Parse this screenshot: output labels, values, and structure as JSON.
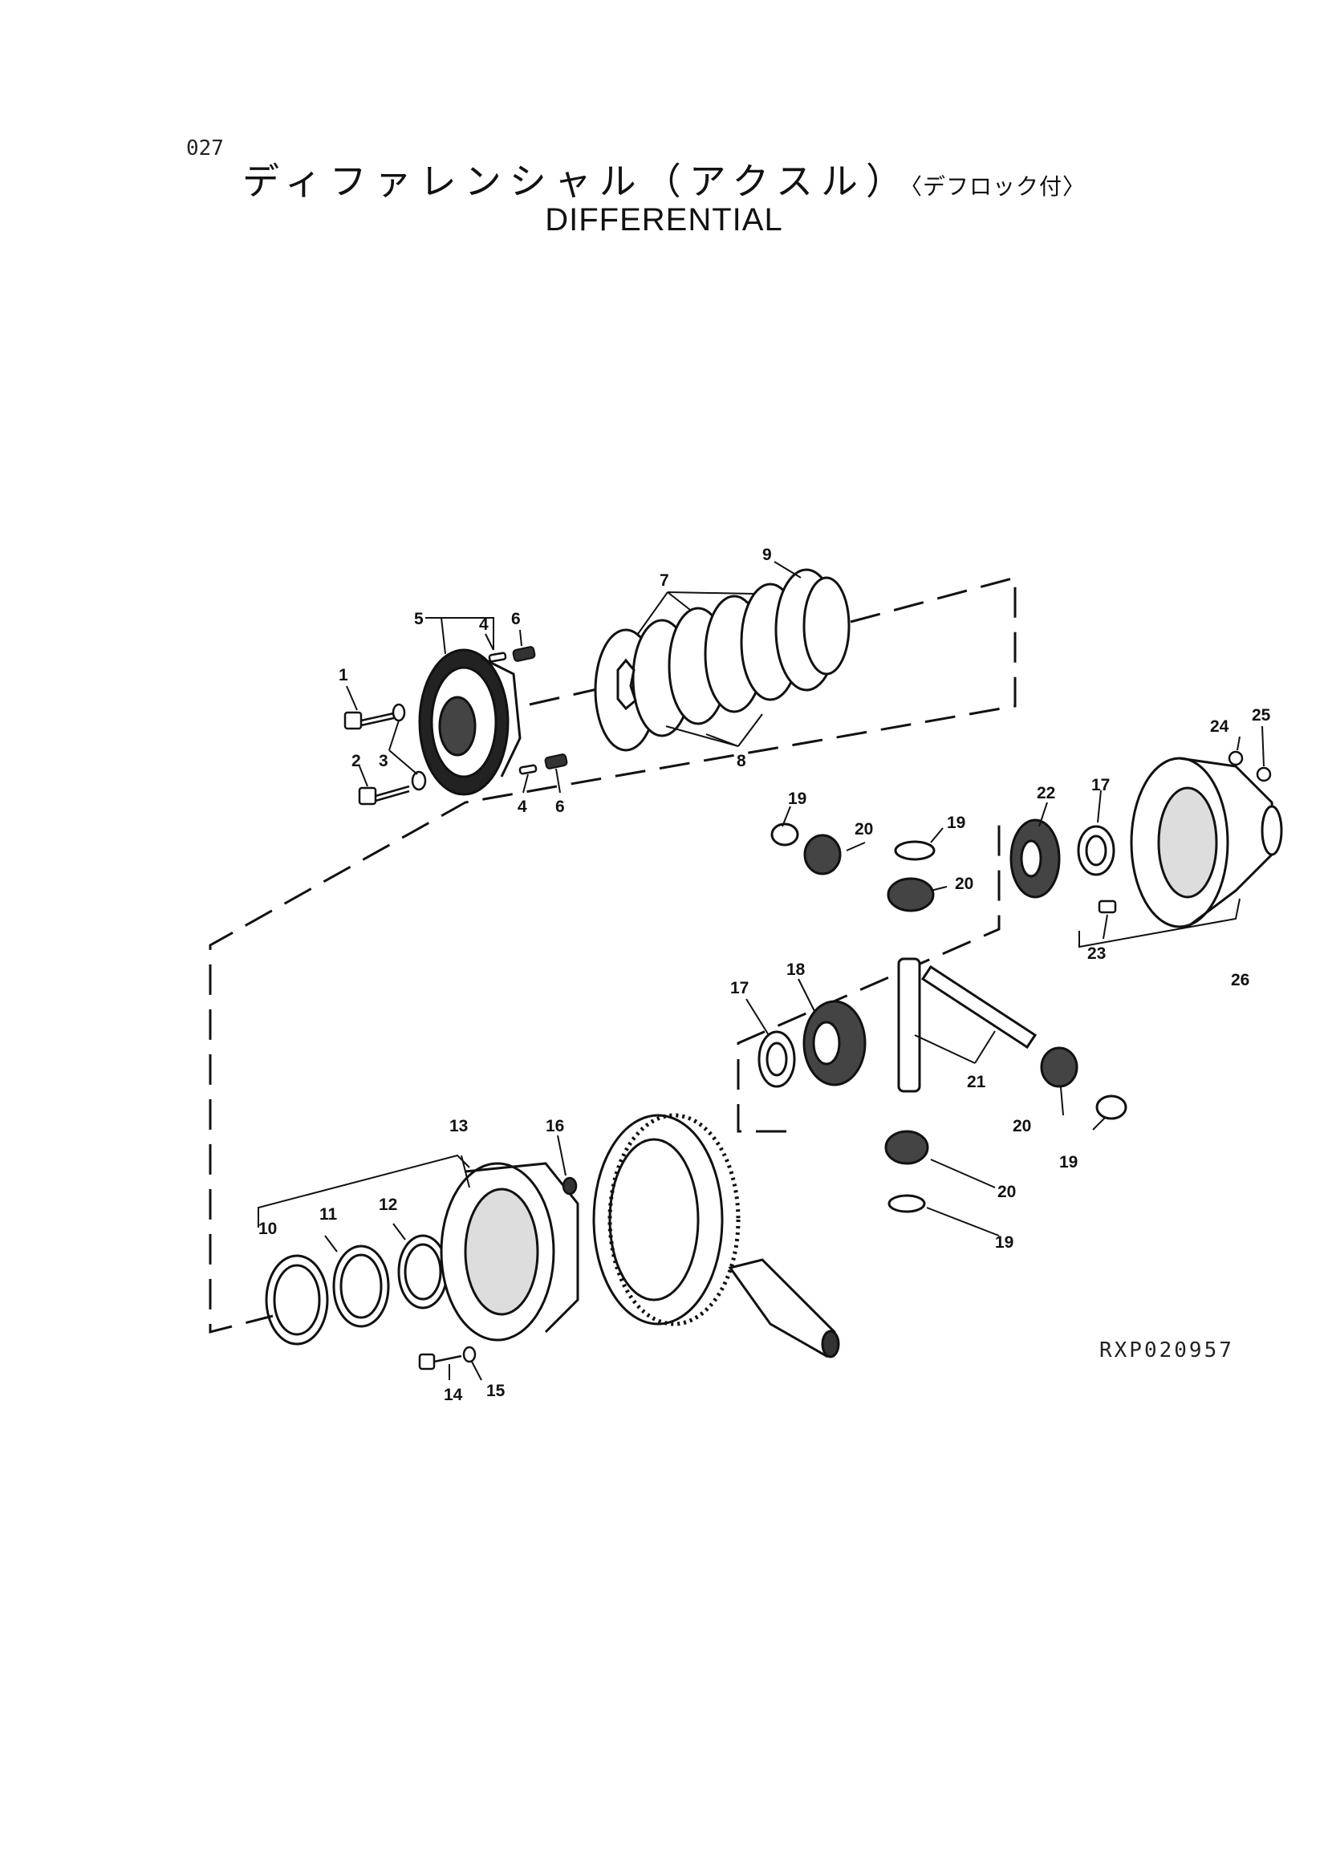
{
  "page_number": "027",
  "title_ja": "ディファレンシャル（アクスル）",
  "title_ja_suffix": "〈デフロック付〉",
  "title_en": "DIFFERENTIAL",
  "reference_code": "RXP020957",
  "callouts": [
    {
      "id": "c1",
      "text": "1"
    },
    {
      "id": "c2",
      "text": "2"
    },
    {
      "id": "c3",
      "text": "3"
    },
    {
      "id": "c4a",
      "text": "4"
    },
    {
      "id": "c4b",
      "text": "4"
    },
    {
      "id": "c5",
      "text": "5"
    },
    {
      "id": "c6a",
      "text": "6"
    },
    {
      "id": "c6b",
      "text": "6"
    },
    {
      "id": "c7",
      "text": "7"
    },
    {
      "id": "c8",
      "text": "8"
    },
    {
      "id": "c9",
      "text": "9"
    },
    {
      "id": "c10",
      "text": "10"
    },
    {
      "id": "c11",
      "text": "11"
    },
    {
      "id": "c12",
      "text": "12"
    },
    {
      "id": "c13",
      "text": "13"
    },
    {
      "id": "c14",
      "text": "14"
    },
    {
      "id": "c15",
      "text": "15"
    },
    {
      "id": "c16",
      "text": "16"
    },
    {
      "id": "c17a",
      "text": "17"
    },
    {
      "id": "c17b",
      "text": "17"
    },
    {
      "id": "c18",
      "text": "18"
    },
    {
      "id": "c19a",
      "text": "19"
    },
    {
      "id": "c19b",
      "text": "19"
    },
    {
      "id": "c19c",
      "text": "19"
    },
    {
      "id": "c19d",
      "text": "19"
    },
    {
      "id": "c20a",
      "text": "20"
    },
    {
      "id": "c20b",
      "text": "20"
    },
    {
      "id": "c20c",
      "text": "20"
    },
    {
      "id": "c20d",
      "text": "20"
    },
    {
      "id": "c21",
      "text": "21"
    },
    {
      "id": "c22",
      "text": "22"
    },
    {
      "id": "c23",
      "text": "23"
    },
    {
      "id": "c24",
      "text": "24"
    },
    {
      "id": "c25",
      "text": "25"
    },
    {
      "id": "c26",
      "text": "26"
    }
  ]
}
